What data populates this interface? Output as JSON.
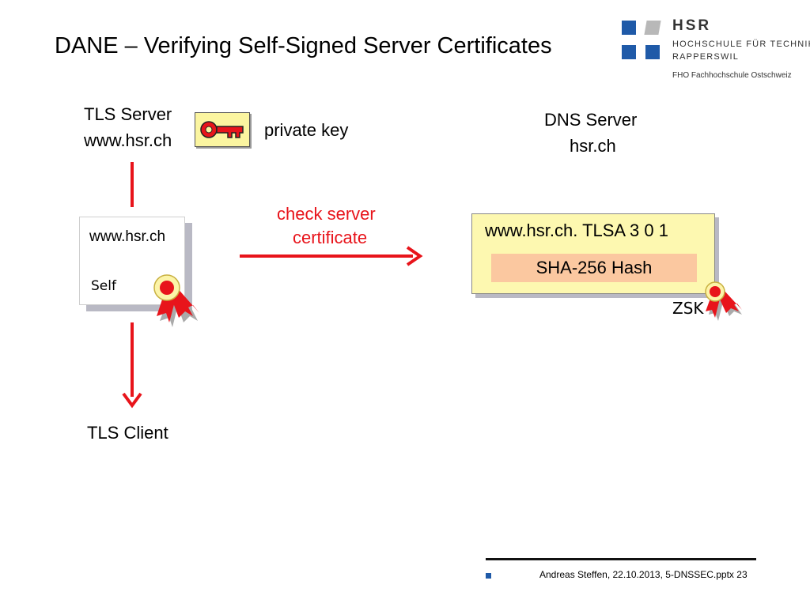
{
  "slide": {
    "title": "DANE – Verifying Self-Signed Server Certificates"
  },
  "logo": {
    "name": "HSR",
    "line1": "HOCHSCHULE FÜR TECHNIK",
    "line2": "RAPPERSWIL",
    "line3": "FHO Fachhochschule Ostschweiz",
    "colors": {
      "blue": "#1f5aa8",
      "gray": "#b8b8b8"
    }
  },
  "tls_server": {
    "label": "TLS Server",
    "host": "www.hsr.ch",
    "key_label": "private key",
    "key_icon": "key-icon"
  },
  "certificate": {
    "host": "www.hsr.ch",
    "signer": "Self",
    "seal_icon": "rosette-seal-icon"
  },
  "action": {
    "line1": "check server",
    "line2": "certificate",
    "color": "#e8141b"
  },
  "tls_client": {
    "label": "TLS Client"
  },
  "dns_server": {
    "label": "DNS Server",
    "zone": "hsr.ch",
    "record": "www.hsr.ch. TLSA 3 0 1",
    "hash": "SHA-256 Hash",
    "signer": "ZSK"
  },
  "footer": {
    "text": "Andreas Steffen, 22.10.2013, 5-DNSSEC.pptx 23"
  }
}
